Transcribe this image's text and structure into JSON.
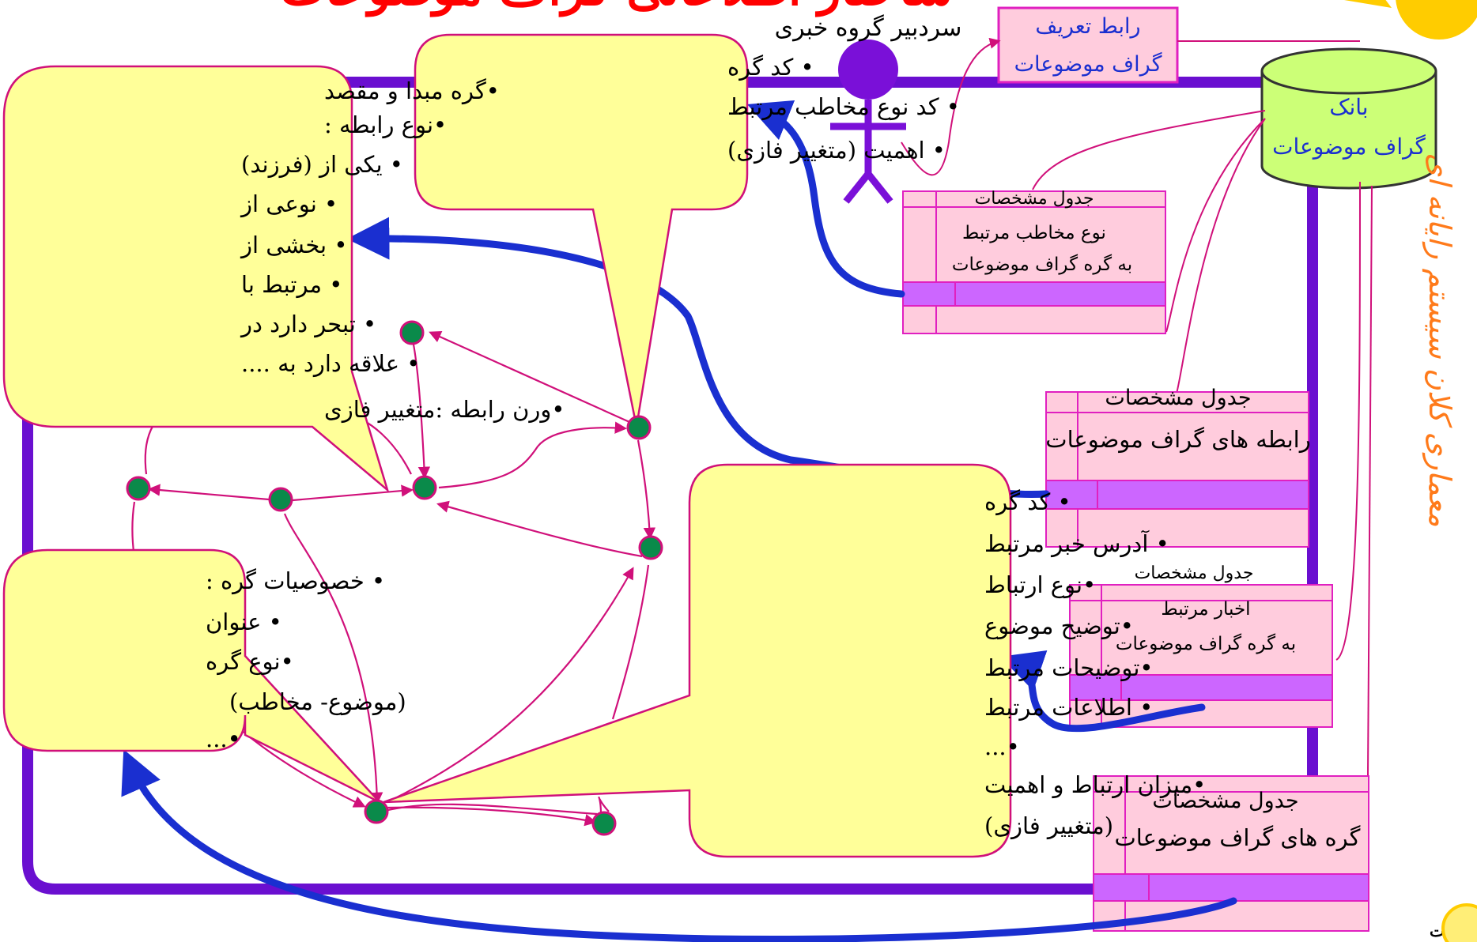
{
  "colors": {
    "frame": "#6a0fd0",
    "arrow": "#1a2fd0",
    "edge": "#d0107a",
    "node": "#0a8a4a",
    "callout_fill": "#ffff99",
    "table_fill": "#ffccdd",
    "table_border": "#e020c0",
    "table_bar": "#cc66ff",
    "db_fill": "#ccff77",
    "title": "#ff0000",
    "actor": "#7a10d8",
    "vertical_text": "#ff7a1a"
  },
  "title": "ساختار اطلاعاتی گراف موضوعات",
  "actor_label": "سردبیر گروه خبری",
  "interface_box": {
    "line1": "رابط تعریف",
    "line2": "گراف موضوعات"
  },
  "database": {
    "line1": "بانک",
    "line2": "گراف موضوعات"
  },
  "vertical_caption": "معماری کلان سیستم رایانه ای",
  "footer_org": "موسسه مطالعات راهبردی فن آوری اطلاعات",
  "callouts": {
    "relation": {
      "lines": [
        "•گره مبدا و مقصد",
        "•نوع رابطه :",
        "• یکی از (فرزند)",
        "• نوعی از",
        "• بخشی از",
        "• مرتبط با",
        "• تبحر دارد در",
        "• علاقه دارد به ....",
        "•ورن رابطه :متغییر فازی"
      ]
    },
    "node_audience": {
      "lines": [
        "• کد گره",
        "• کد نوع مخاطب مرتبط",
        "• اهمیت (متغییر فازی)"
      ]
    },
    "node_props": {
      "lines": [
        "• خصوصیات گره :",
        "• عنوان",
        "•نوع گره",
        "(موضوع- مخاطب)",
        "•..."
      ]
    },
    "link_news": {
      "lines": [
        "• کد گره",
        "• آدرس خبر مرتبط",
        "•نوع ارتباط",
        "•توضیح موضوع",
        "•توضیحات مرتبط",
        "•  اطلاعات مرتبط",
        "•...",
        "•میزان ارتباط  و اهمیت",
        "(متغییر فازی)"
      ]
    }
  },
  "tables": {
    "audience": {
      "header": "جدول مشخصات",
      "line1": "نوع مخاطب مرتبط",
      "line2": "به گره  گراف موضوعات"
    },
    "relations": {
      "header": "جدول مشخصات",
      "line1": "رابطه های گراف موضوعات"
    },
    "news": {
      "header": "جدول مشخصات",
      "line1": "اخبار مرتبط",
      "line2": "به گره  گراف موضوعات"
    },
    "nodes": {
      "header": "جدول مشخصات",
      "line1": "گره های گراف موضوعات"
    }
  }
}
